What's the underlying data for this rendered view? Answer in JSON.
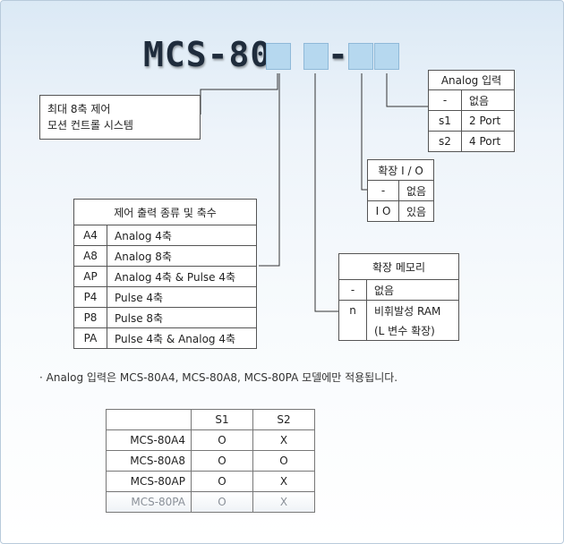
{
  "model": {
    "prefix": "MCS-80",
    "dash": "-"
  },
  "system_box": {
    "line1": "최대 8축 제어",
    "line2": "모션 컨트롤 시스템"
  },
  "analog_input": {
    "title": "Analog 입력",
    "rows": [
      {
        "code": "-",
        "desc": "없음"
      },
      {
        "code": "s1",
        "desc": "2 Port"
      },
      {
        "code": "s2",
        "desc": "4 Port"
      }
    ]
  },
  "io_expansion": {
    "title": "확장 I / O",
    "rows": [
      {
        "code": "-",
        "desc": "없음"
      },
      {
        "code": "I O",
        "desc": "있음"
      }
    ]
  },
  "control_output": {
    "title": "제어 출력 종류 및 축수",
    "rows": [
      {
        "code": "A4",
        "desc": "Analog 4축"
      },
      {
        "code": "A8",
        "desc": "Analog 8축"
      },
      {
        "code": "AP",
        "desc": "Analog 4축 & Pulse 4축"
      },
      {
        "code": "P4",
        "desc": "Pulse 4축"
      },
      {
        "code": "P8",
        "desc": "Pulse 8축"
      },
      {
        "code": "PA",
        "desc": "Pulse 4축 & Analog 4축"
      }
    ]
  },
  "memory_expansion": {
    "title": "확장 메모리",
    "rows": [
      {
        "code": "-",
        "desc": "없음"
      },
      {
        "code": "n",
        "desc": "비휘발성 RAM"
      }
    ],
    "extra": "(L 변수 확장)"
  },
  "note": "· Analog 입력은 MCS-80A4, MCS-80A8, MCS-80PA 모델에만 적용됩니다.",
  "compat_table": {
    "headers": [
      "",
      "S1",
      "S2"
    ],
    "rows": [
      {
        "model": "MCS-80A4",
        "s1": "O",
        "s2": "X"
      },
      {
        "model": "MCS-80A8",
        "s1": "O",
        "s2": "O"
      },
      {
        "model": "MCS-80AP",
        "s1": "O",
        "s2": "X"
      },
      {
        "model": "MCS-80PA",
        "s1": "O",
        "s2": "X"
      }
    ]
  }
}
